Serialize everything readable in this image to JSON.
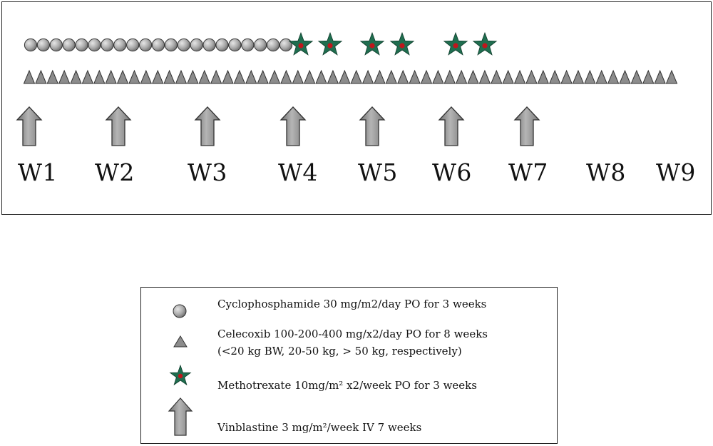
{
  "timeline": {
    "weeks": [
      "W1",
      "W2",
      "W3",
      "W4",
      "W5",
      "W6",
      "W7",
      "W8",
      "W9"
    ],
    "counts": {
      "cyclophosphamide_circles": 21,
      "celecoxib_triangles": 56,
      "methotrexate_stars": 6,
      "vinblastine_arrows": 7
    }
  },
  "legend": {
    "cyclophosphamide": "Cyclophosphamide  30 mg/m2/day  PO for 3 weeks",
    "celecoxib_line1": "Celecoxib  100-200-400 mg/x2/day PO for 8 weeks",
    "celecoxib_line2": "(<20 kg BW, 20-50 kg, > 50 kg, respectively)",
    "methotrexate": "Methotrexate 10mg/m² x2/week PO  for 3 weeks",
    "vinblastine": "Vinblastine 3 mg/m²/week IV 7 weeks"
  },
  "colors": {
    "circle_fill": "#a9a9a9",
    "triangle_fill": "#8c8c8c",
    "star_fill": "#1f6e4f",
    "star_center": "#c0161c",
    "arrow_fill": "#8f8f8f",
    "outline": "#333333"
  },
  "icons": [
    "circle-icon",
    "triangle-icon",
    "star-icon",
    "up-arrow-icon"
  ]
}
